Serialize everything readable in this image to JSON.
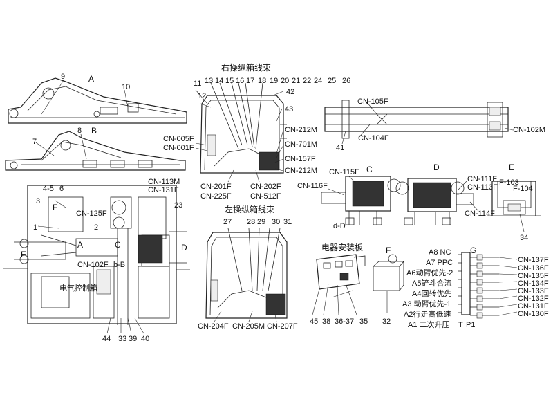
{
  "sections": {
    "A": "A",
    "B": "B",
    "C": "C",
    "D": "D",
    "E": "E",
    "F": "F",
    "G": "G",
    "C_small": "C",
    "D_small": "D",
    "E_small": "E",
    "dD": "d-D",
    "bB": "b-B",
    "A_small": "A"
  },
  "titles": {
    "right_box": "右操纵箱线束",
    "left_box": "左操纵箱线束",
    "electric_board": "电器安装板"
  },
  "numbers": {
    "n1": "1",
    "n2": "2",
    "n3": "3",
    "n4_5": "4-5",
    "n6": "6",
    "n7": "7",
    "n8": "8",
    "n9": "9",
    "n10": "10",
    "n11": "11",
    "n12": "12",
    "n13": "13",
    "n14": "14",
    "n15": "15",
    "n16": "16",
    "n17": "17",
    "n18": "18",
    "n19": "19",
    "n20": "20",
    "n21": "21",
    "n22": "22",
    "n24": "24",
    "n25": "25",
    "n26": "26",
    "n23": "23",
    "n27": "27",
    "n28": "28",
    "n29": "29",
    "n30": "30",
    "n31": "31",
    "n32": "32",
    "n33": "33",
    "n34": "34",
    "n35": "35",
    "n36_37": "36-37",
    "n38": "38",
    "n39": "39",
    "n40": "40",
    "n41": "41",
    "n42": "42",
    "n43": "43",
    "n44": "44",
    "n45": "45"
  },
  "connectors": {
    "cn105f": "CN-105F",
    "cn102m": "CN-102M",
    "cn104f": "CN-104F",
    "cn005f": "CN-005F",
    "cn001f": "CN-001F",
    "cn212m_a": "CN-212M",
    "cn701m": "CN-701M",
    "cn157f": "CN-157F",
    "cn212m_b": "CN-212M",
    "cn201f": "CN-201F",
    "cn202f": "CN-202F",
    "cn225f": "CN-225F",
    "cn512f": "CN-512F",
    "cn115f": "CN-115F",
    "cn116f": "CN-116F",
    "cn111f": "CN-111F",
    "cn113f": "CN-113F",
    "f103": "F-103",
    "f104": "F-104",
    "cn114f": "CN-114F",
    "cn113m": "CN-113M",
    "cn131f_a": "CN-131F",
    "cn125f": "CN-125F",
    "cn102f": "CN-102F",
    "cn204f": "CN-204F",
    "cn205m": "CN-205M",
    "cn207f": "CN-207F",
    "cn137f": "CN-137F",
    "cn136f": "CN-136F",
    "cn135f": "CN-135F",
    "cn134f": "CN-134F",
    "cn133f": "CN-133F",
    "cn132f": "CN-132F",
    "cn131f_b": "CN-131F",
    "cn130f": "CN-130F"
  },
  "valve_labels": [
    "A8 NC",
    "A7 PPC",
    "A6动臂优先-2",
    "A5铲斗合流",
    "A4回转优先",
    "A3 动臂优先-1",
    "A2行走高低速",
    "A1 二次升压"
  ],
  "valve_bottom": {
    "t": "T",
    "p1": "P1"
  },
  "panel_text": "电气控制箱"
}
